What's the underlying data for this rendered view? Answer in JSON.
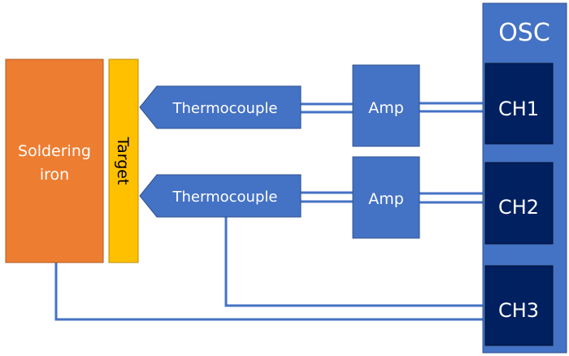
{
  "colors": {
    "blue": "#4472C4",
    "dark_navy": "#002060",
    "orange": "#ED7D31",
    "gold": "#FFC000",
    "line": "#4472C4"
  },
  "soldering_iron": {
    "label_line1": "Soldering",
    "label_line2": "iron"
  },
  "target": {
    "label": "Target"
  },
  "thermocouples": [
    {
      "label": "Thermocouple"
    },
    {
      "label": "Thermocouple"
    }
  ],
  "amps": [
    {
      "label": "Amp"
    },
    {
      "label": "Amp"
    }
  ],
  "oscilloscope": {
    "label": "OSC",
    "channels": [
      {
        "label": "CH1"
      },
      {
        "label": "CH2"
      },
      {
        "label": "CH3"
      }
    ]
  }
}
